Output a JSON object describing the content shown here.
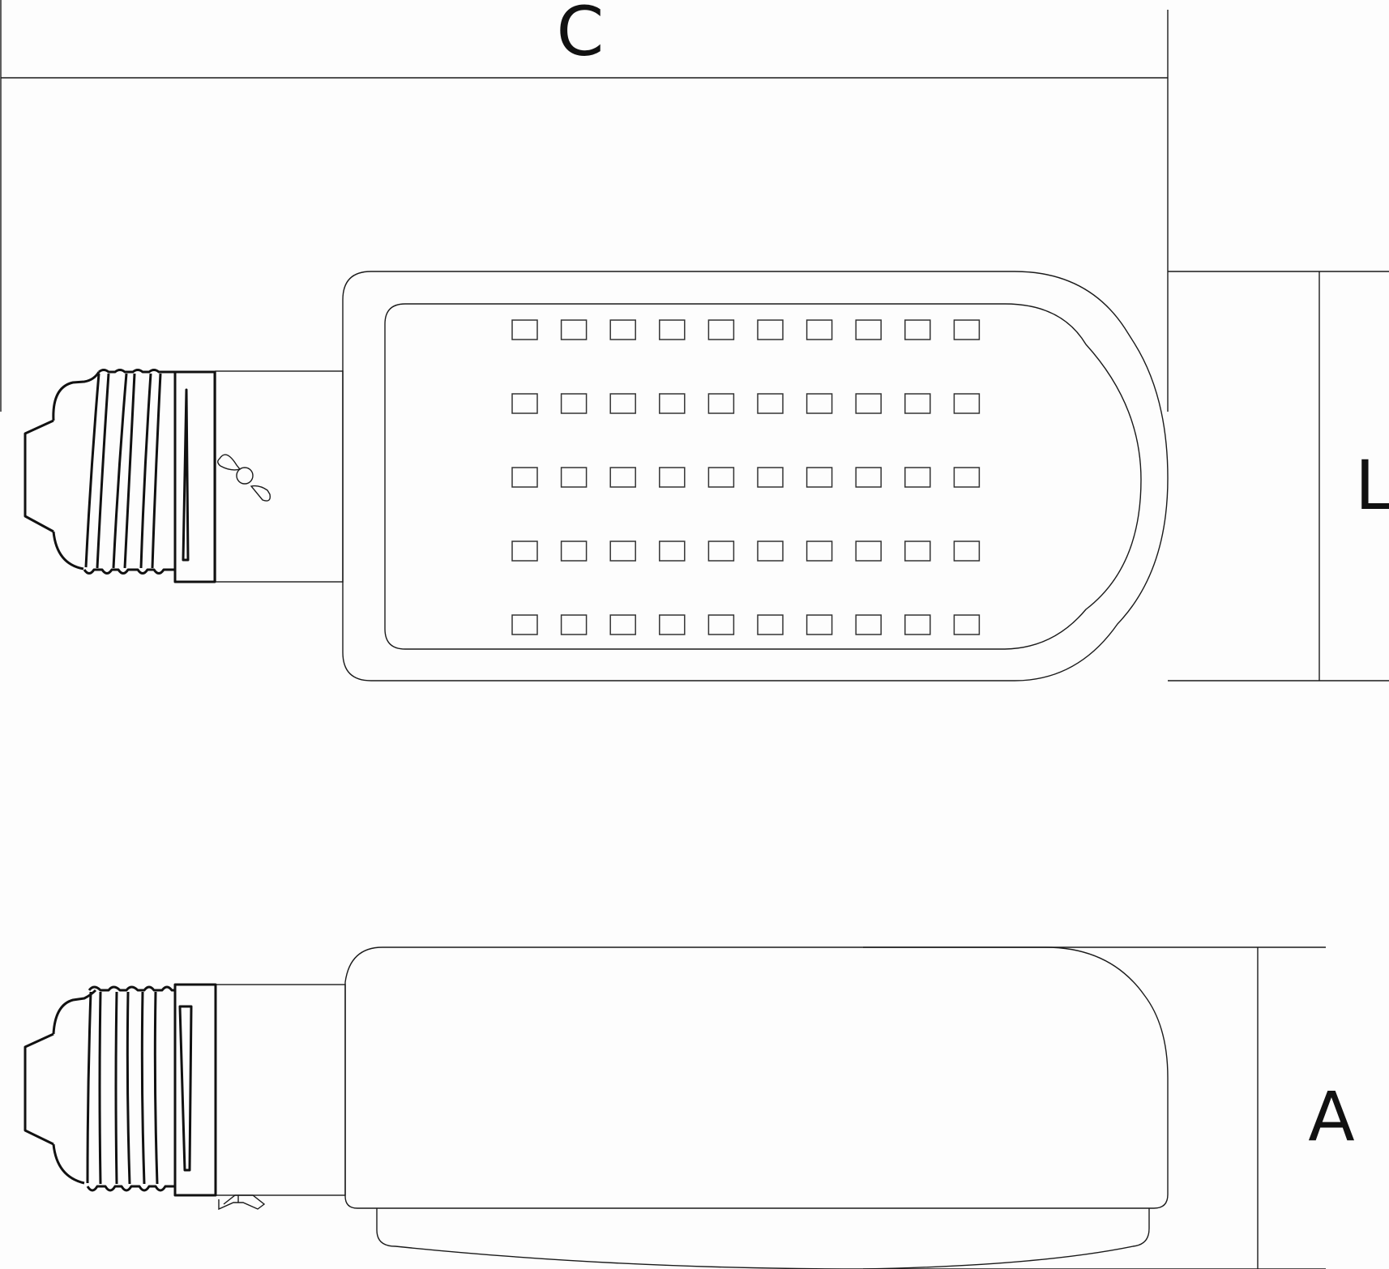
{
  "dimensions": {
    "width_label": "C",
    "length_label": "L",
    "height_label": "A"
  },
  "led_grid": {
    "rows": 5,
    "columns": 10
  }
}
